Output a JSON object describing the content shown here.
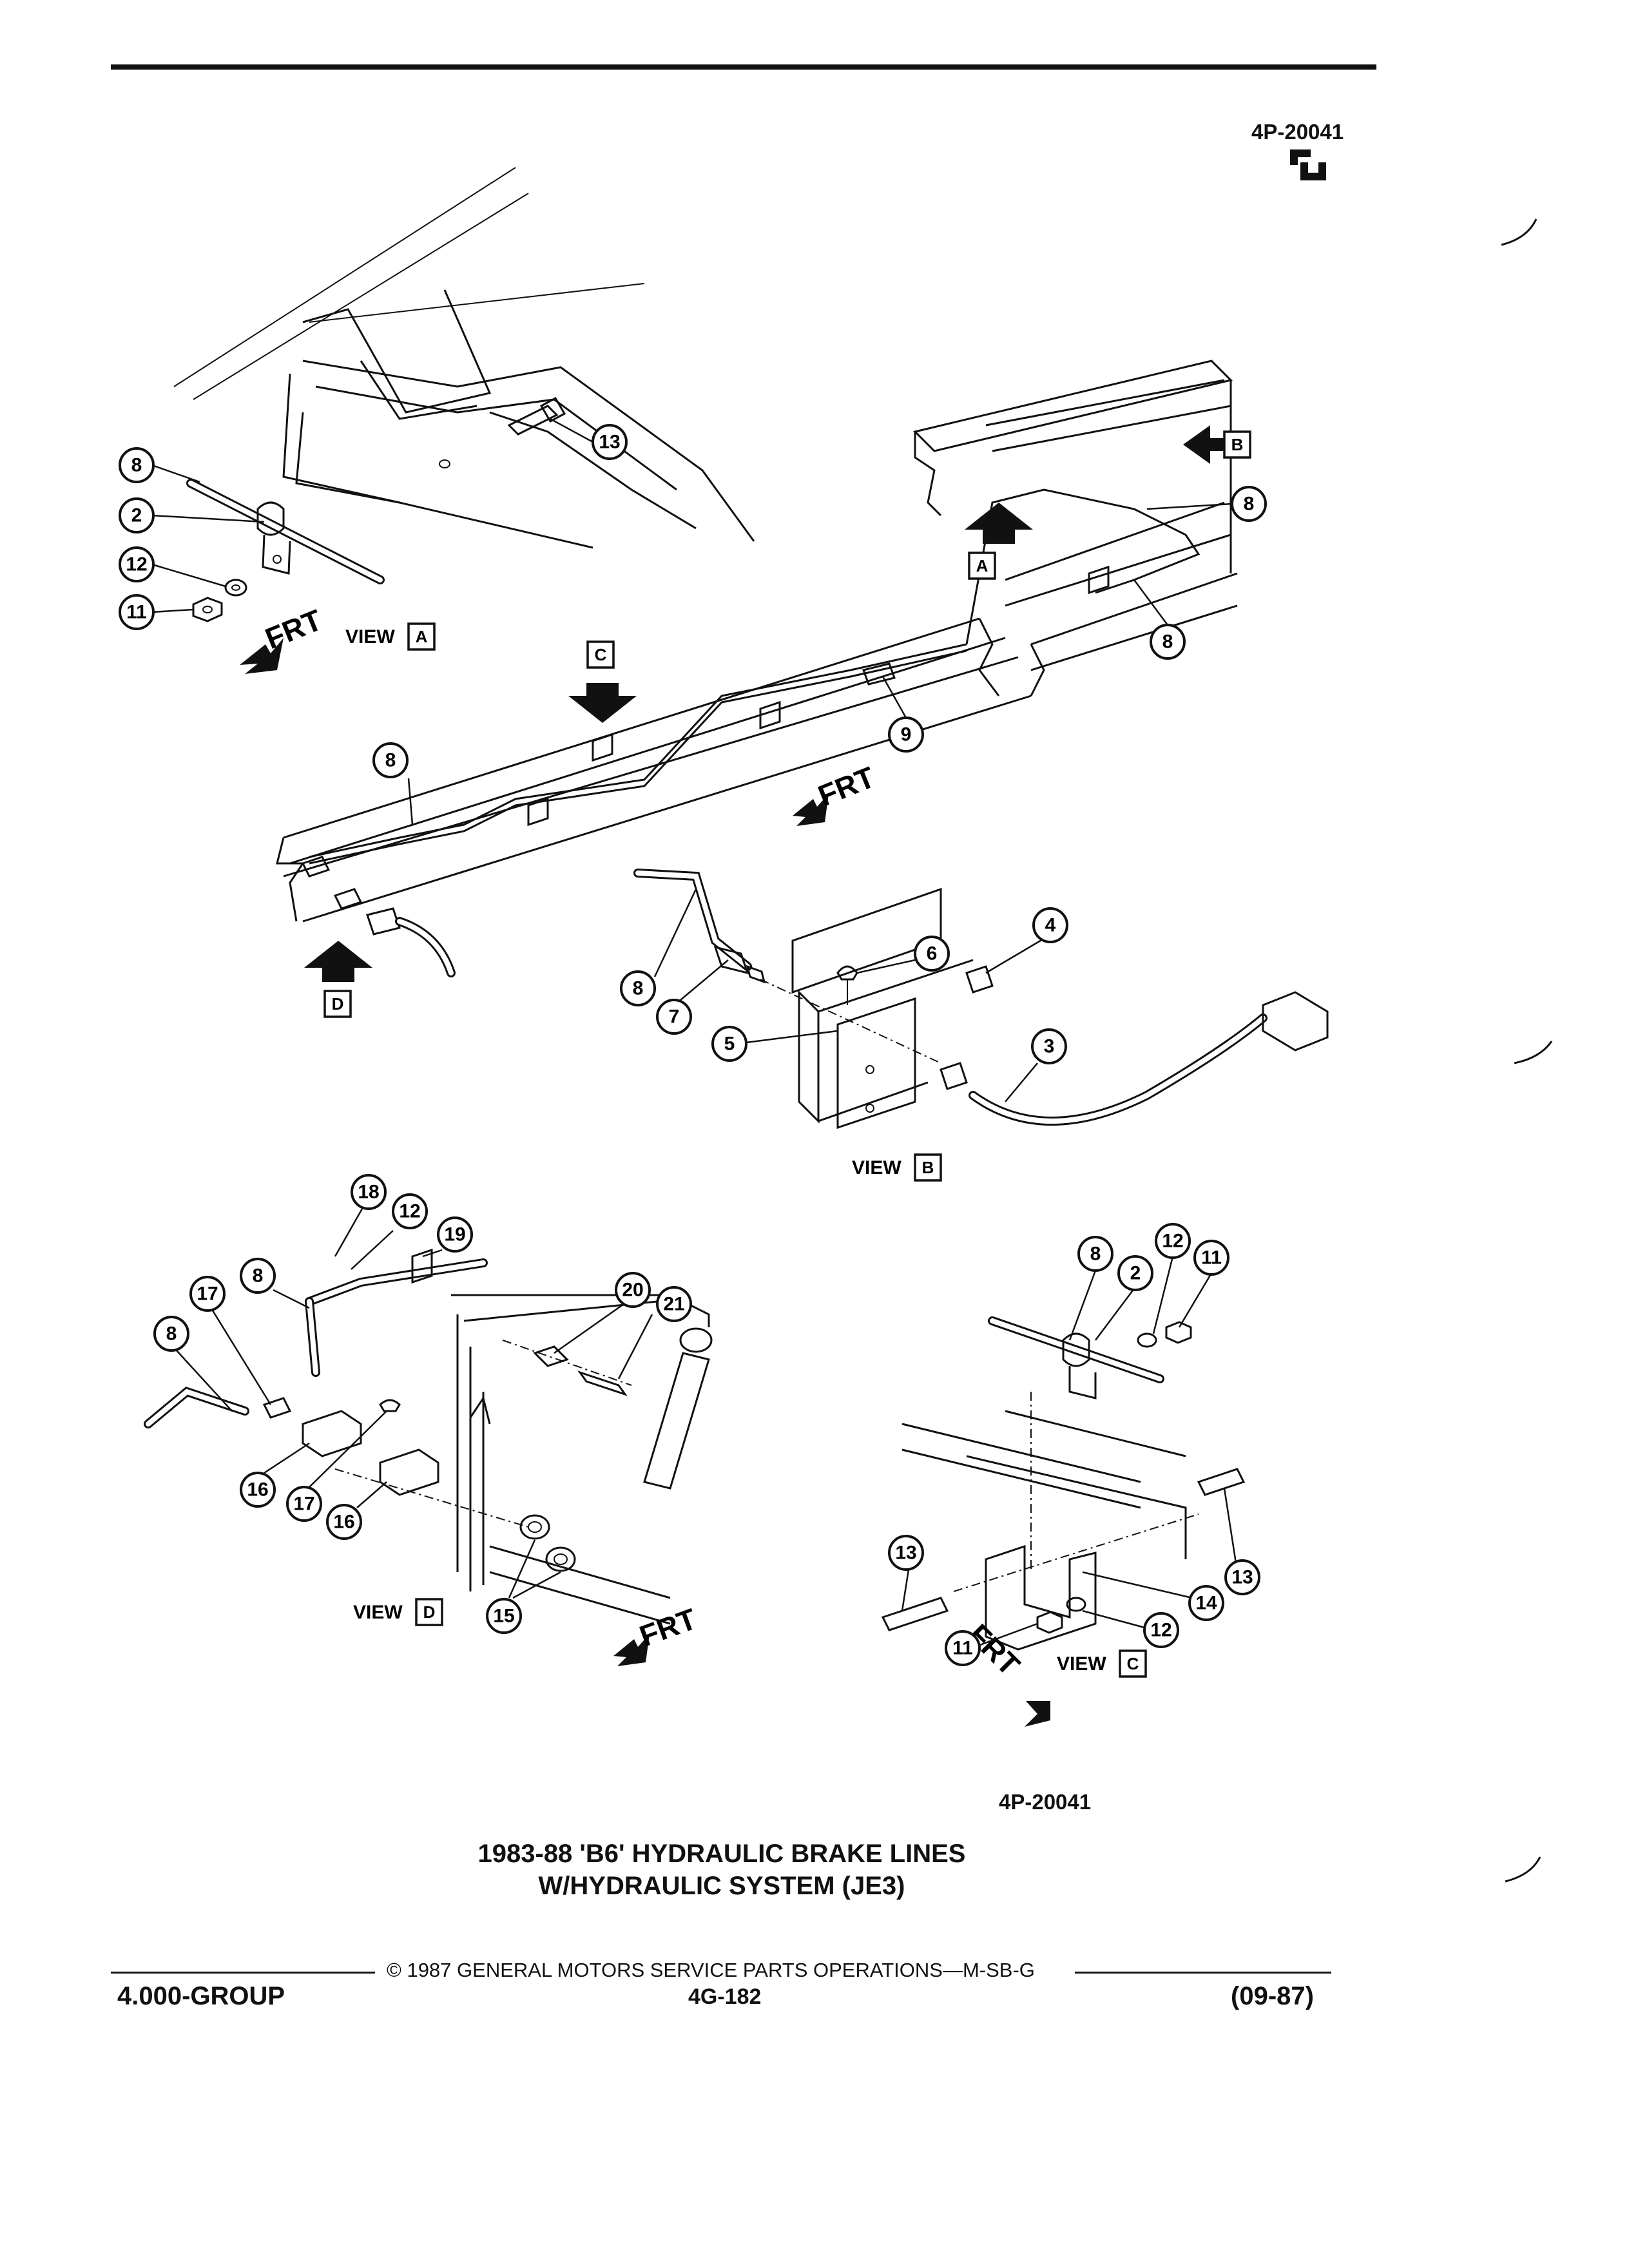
{
  "header": {
    "figure_code": "4P-20041",
    "logo": "gm-service-mark"
  },
  "figure_code_bottom": "4P-20041",
  "title": {
    "line1": "1983-88 'B6' HYDRAULIC BRAKE LINES",
    "line2": "W/HYDRAULIC SYSTEM (JE3)"
  },
  "footer": {
    "copyright": "© 1987 GENERAL MOTORS SERVICE PARTS OPERATIONS—M-SB-G",
    "group": "4.000-GROUP",
    "page": "4G-182",
    "date": "(09-87)"
  },
  "view_word": "VIEW",
  "frt": "FRT",
  "boxes": {
    "A": "A",
    "B": "B",
    "C": "C",
    "D": "D"
  },
  "callouts": {
    "c1": "8",
    "c2": "2",
    "c3": "12",
    "c4": "11",
    "c5": "13",
    "c6": "8",
    "c7": "8",
    "c8": "8",
    "c9": "9",
    "c10": "8",
    "c11": "7",
    "c12": "6",
    "c13": "5",
    "c14": "4",
    "c15": "3",
    "c16": "18",
    "c17": "12",
    "c18": "19",
    "c19": "8",
    "c20": "17",
    "c21": "8",
    "c22": "20",
    "c23": "21",
    "c24": "16",
    "c25": "17",
    "c26": "16",
    "c27": "15",
    "c28": "8",
    "c29": "2",
    "c30": "12",
    "c31": "11",
    "c32": "13",
    "c33": "13",
    "c34": "14",
    "c35": "11",
    "c36": "12"
  }
}
